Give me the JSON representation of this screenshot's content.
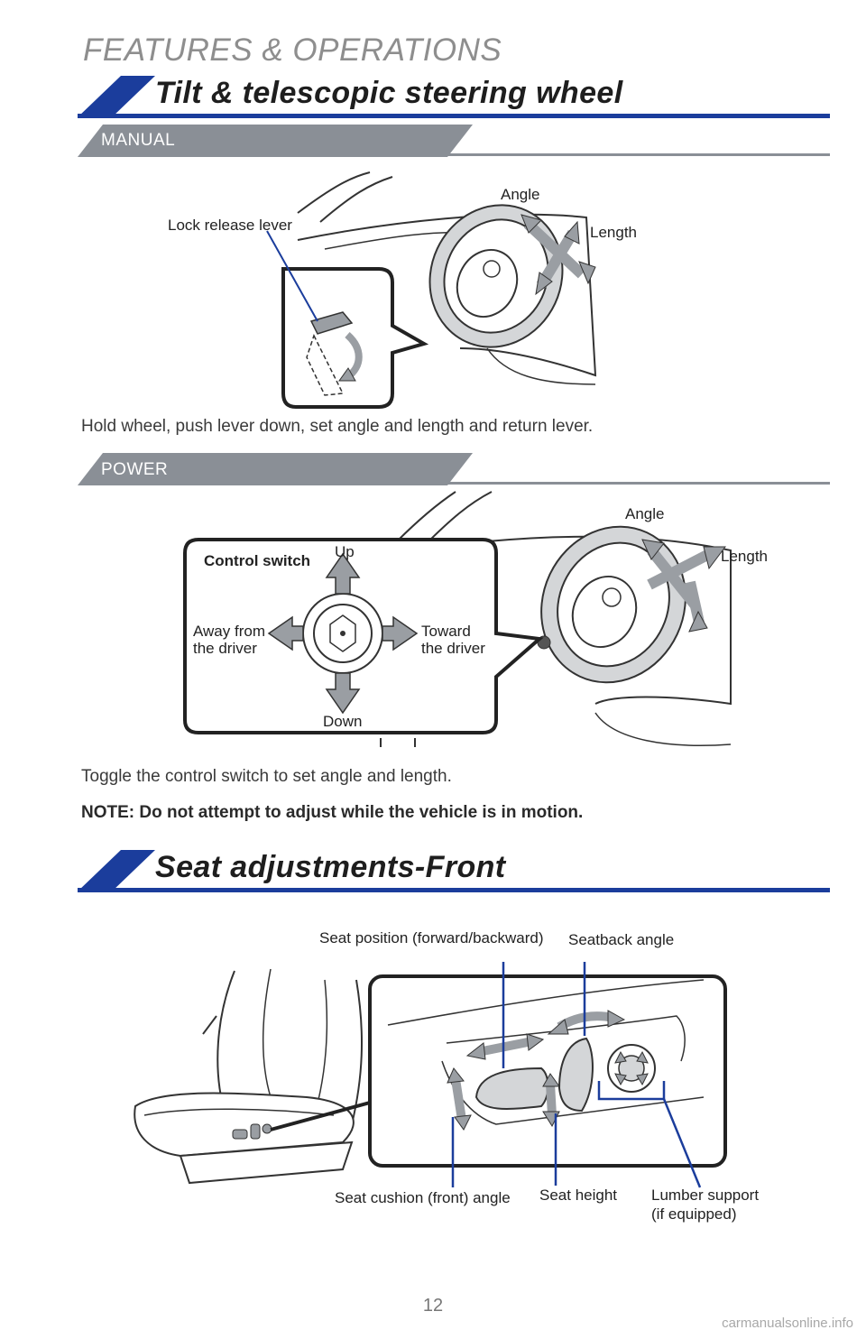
{
  "page": {
    "section_title": "FEATURES & OPERATIONS",
    "page_number": "12",
    "watermark": "carmanualsonline.info"
  },
  "steering": {
    "title": "Tilt & telescopic steering wheel",
    "manual": {
      "tab_label": "MANUAL",
      "labels": {
        "lock_release": "Lock release lever",
        "angle": "Angle",
        "length": "Length"
      },
      "instruction": "Hold wheel, push lever down, set angle and length and return lever."
    },
    "power": {
      "tab_label": "POWER",
      "labels": {
        "control_switch": "Control switch",
        "up": "Up",
        "down": "Down",
        "away_line1": "Away from",
        "away_line2": "the driver",
        "toward_line1": "Toward",
        "toward_line2": "the driver",
        "angle": "Angle",
        "length": "Length"
      },
      "instruction": "Toggle the control switch to set angle and length.",
      "note": "NOTE: Do not attempt to adjust while the vehicle is in motion."
    }
  },
  "seat": {
    "title": "Seat adjustments-Front",
    "labels": {
      "position": "Seat position (forward/backward)",
      "seatback": "Seatback angle",
      "cushion": "Seat cushion (front) angle",
      "height": "Seat height",
      "lumbar_line1": "Lumber support",
      "lumbar_line2": "(if equipped)"
    }
  },
  "colors": {
    "brand_blue": "#1b3d9c",
    "tab_gray": "#8a8f96",
    "callout_line": "#1b3d9c",
    "arrow_gray": "#9a9ea3"
  }
}
